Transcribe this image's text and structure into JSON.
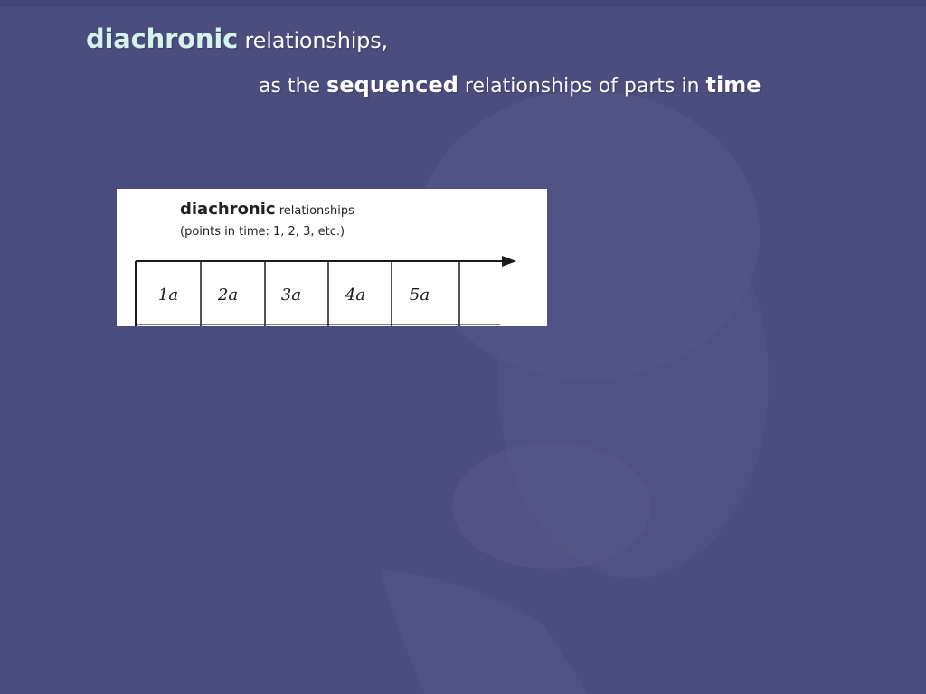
{
  "slide": {
    "background_color": "#4b4d7f",
    "accent_color": "#d5f2ef",
    "title": {
      "keyword": "diachronic",
      "rest": "relationships,"
    },
    "subtitle": {
      "pre": "as the",
      "kw1": "sequenced",
      "mid": "relationships of parts in",
      "kw2": "time"
    }
  },
  "diagram": {
    "heading_bold": "diachronic",
    "heading_rest": "relationships",
    "note": "(points in time: 1, 2, 3, etc.)",
    "cells": [
      "1a",
      "2a",
      "3a",
      "4a",
      "5a"
    ]
  }
}
